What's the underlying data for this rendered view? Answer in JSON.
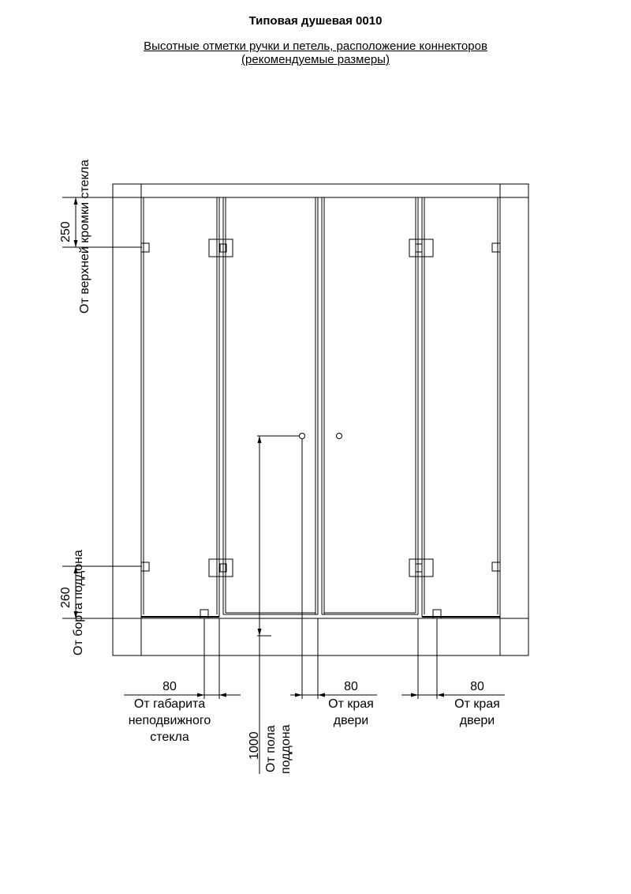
{
  "header": {
    "title": "Типовая душевая 0010",
    "subtitle_line1": "Высотные отметки ручки и петель, расположение коннекторов",
    "subtitle_line2": "(рекомендуемые размеры)"
  },
  "dimensions": {
    "top_value": "250",
    "top_caption": "От верхней кромки стекла",
    "bottom_value": "260",
    "bottom_caption": "От борта поддона",
    "handle_value": "1000",
    "handle_caption_line1": "От пола",
    "handle_caption_line2": "поддона",
    "left_value": "80",
    "left_caption_line1": "От габарита",
    "left_caption_line2": "неподвижного",
    "left_caption_line3": "стекла",
    "mid_value": "80",
    "mid_caption_line1": "От края",
    "mid_caption_line2": "двери",
    "right_value": "80",
    "right_caption_line1": "От края",
    "right_caption_line2": "двери"
  }
}
